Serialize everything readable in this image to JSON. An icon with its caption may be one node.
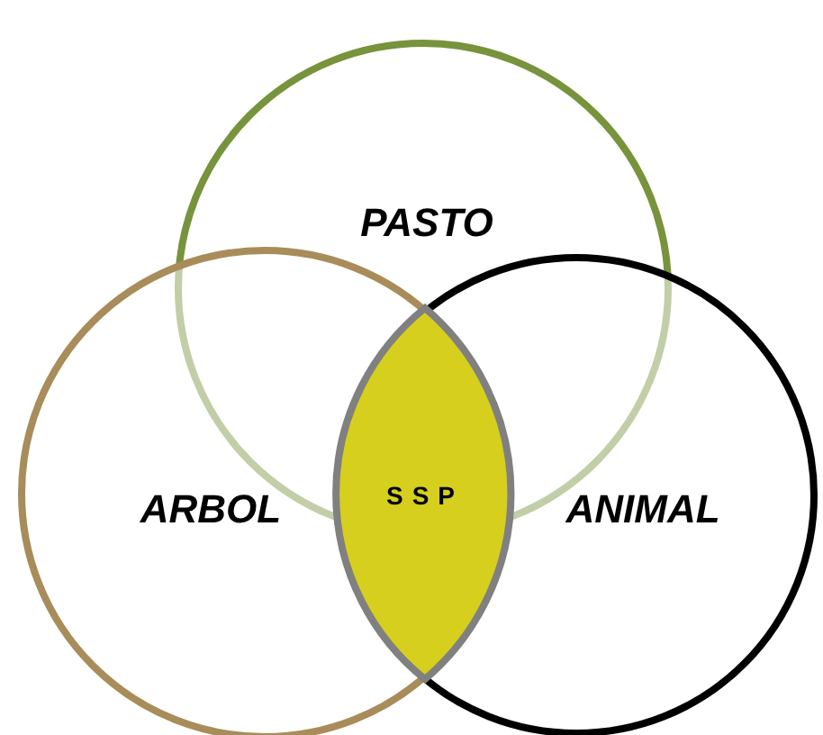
{
  "diagram": {
    "nodes": [
      {
        "text": [
          "PASTO"
        ]
      },
      {
        "text": [
          "ARBOL"
        ]
      },
      {
        "text": [
          "ANIMAL"
        ]
      },
      {
        "text": [
          "SSP"
        ]
      }
    ],
    "edges": []
  }
}
